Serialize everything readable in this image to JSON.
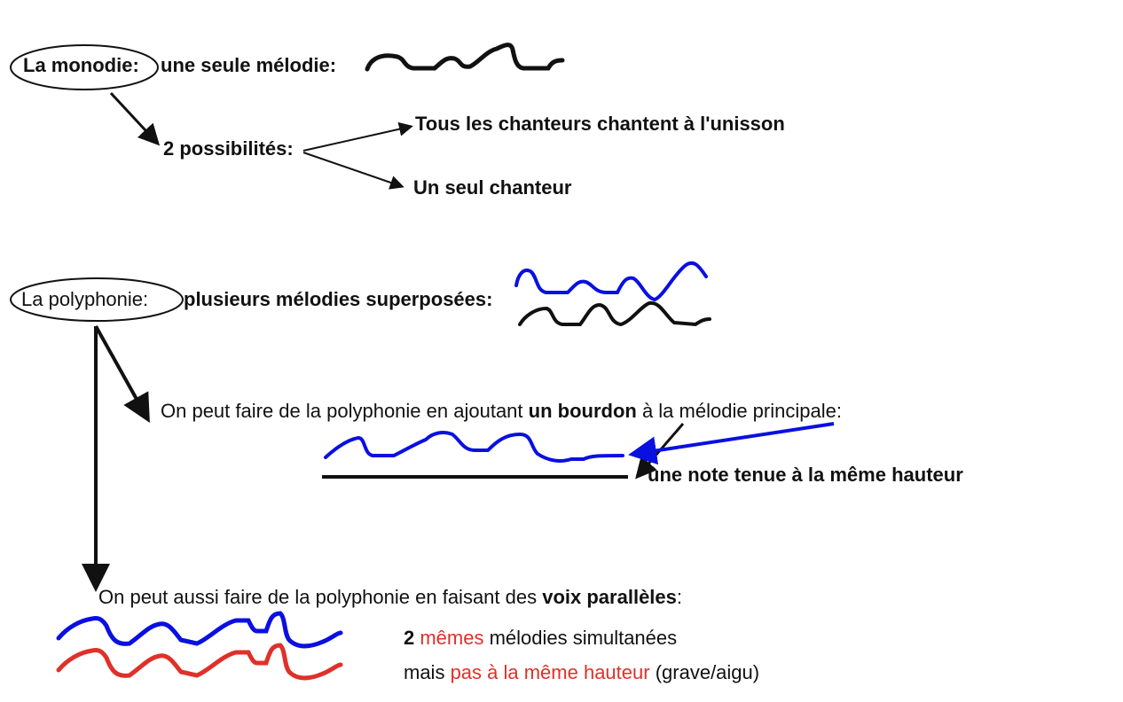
{
  "monodie": {
    "title": "La monodie:",
    "definition": "une seule mélodie:",
    "possibilities_label": "2 possibilités:",
    "option_1": "Tous les chanteurs chantent à l'unisson",
    "option_2": "Un seul chanteur"
  },
  "polyphonie": {
    "title": "La polyphonie:",
    "definition": "plusieurs mélodies superposées:",
    "bourdon": {
      "text_before": "On peut faire de la polyphonie en ajoutant ",
      "text_bold": "un bourdon",
      "text_after": " à la mélodie principale:",
      "note_label": "une note tenue à la même hauteur"
    },
    "parallel": {
      "text_before": "On peut aussi faire de la polyphonie en faisant des ",
      "text_bold": "voix parallèles",
      "text_after": ":",
      "line1_a": "2 ",
      "line1_red": "mêmes",
      "line1_b": " mélodies simultanées",
      "line2_a": "mais ",
      "line2_red": "pas à la même hauteur",
      "line2_b": " (grave/aigu)"
    }
  },
  "colors": {
    "blue": "#0a10e0",
    "red": "#e0302a",
    "black": "#111111"
  }
}
